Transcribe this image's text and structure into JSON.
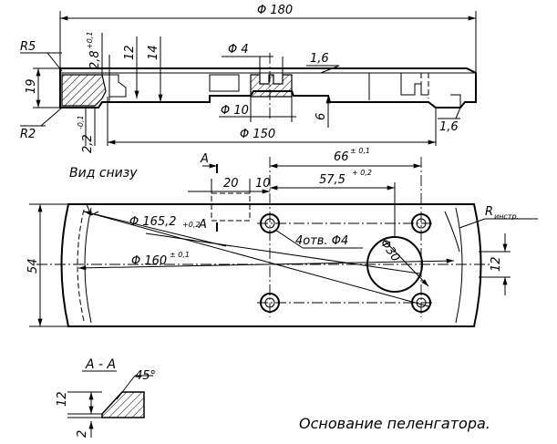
{
  "labels": {
    "d180": "Φ 180",
    "r5": "R5",
    "r2": "R2",
    "h19": "19",
    "h2_8": "2,8",
    "h2_8_tol": "+0,1",
    "h12_top": "12",
    "h14": "14",
    "d4_top": "Φ 4",
    "d1_6_top": "1,6",
    "d10": "Φ 10",
    "h6": "6",
    "d1_6_right": "1,6",
    "h2_2": "2,2",
    "h2_2_tol": "-0,1",
    "d150": "Φ 150",
    "view_bottom": "Вид снизу",
    "sec_a_top": "А",
    "sec_a_left": "А",
    "w20": "20",
    "w10": "10",
    "w66": "66",
    "w66_tol": "± 0,1",
    "w57_5": "57,5",
    "w57_5_tol": "+ 0,2",
    "r_instr": "R",
    "r_instr_sub": "инстр.",
    "d165_2": "Φ 165,2",
    "d165_2_tol": "+0,2",
    "holes": "4отв. Φ4",
    "d30": "Φ30",
    "d160": "Φ 160",
    "d160_tol": "± 0,1",
    "h12_right": "12",
    "h54": "54",
    "section_aa": "А - А",
    "angle45": "45°",
    "h12_section": "12",
    "h2_section": "2",
    "caption": "Основание пеленгатора."
  }
}
